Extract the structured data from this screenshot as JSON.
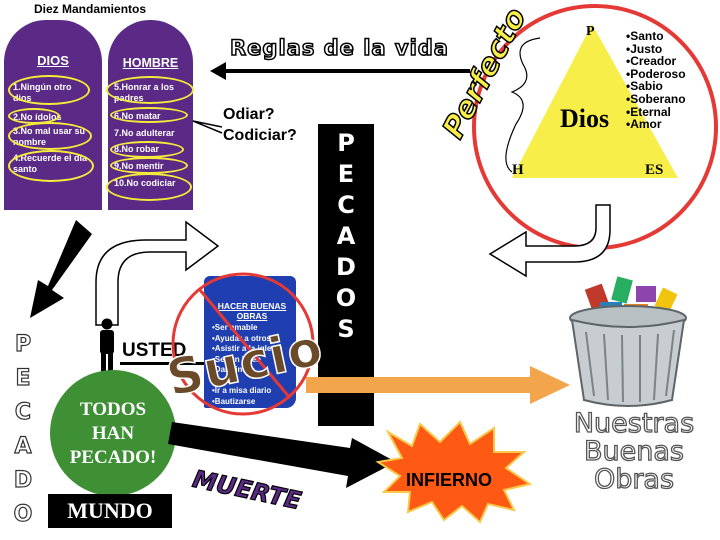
{
  "colors": {
    "tablet": "#5b2a86",
    "oval": "#f3ea3c",
    "triangle": "#f7ee4a",
    "circle": "#e53935",
    "orange_arrow": "#f2a54a",
    "world": "#3f8f35",
    "hell": "#ff5a14",
    "scroll": "#1f3fb0"
  },
  "tablets": {
    "title": "Diez Mandamientos",
    "left": {
      "header": "DIOS",
      "items": [
        "1.Ningún otro dios",
        "2.No ídolos",
        "3.No mal usar su nombre",
        "4.Recuerde el día santo"
      ]
    },
    "right": {
      "header": "HOMBRE",
      "items": [
        "5.Honrar a los padres",
        "6.No matar",
        "7.No adulterar",
        "8.No robar",
        "9.No mentir",
        "10.No codiciar"
      ]
    }
  },
  "questions": {
    "line1": "Odiar?",
    "line2": "Codiciar?"
  },
  "rules_label": "Reglas de la vida",
  "perfect_label": "Perfecto",
  "triangle": {
    "top": "P",
    "center": "Dios",
    "bottom_left": "H",
    "bottom_right": "ES"
  },
  "attributes": [
    "•Santo",
    "•Justo",
    "•Creador",
    "•Poderoso",
    "•Sabio",
    "•Soberano",
    "•Eternal",
    "•Amor"
  ],
  "pecados_vertical": [
    "P",
    "E",
    "C",
    "A",
    "D",
    "O",
    "S"
  ],
  "pecado_vertical": [
    "P",
    "E",
    "C",
    "A",
    "D",
    "O"
  ],
  "person_label": "USTED",
  "scroll": {
    "title": "HACER BUENAS OBRAS",
    "items": [
      "•Ser amable",
      "•Ayudar a otros",
      "•Asistir a la iglesia",
      "•Ser un buen",
      "•Dar dinero",
      "•Orar",
      "•Ir a misa diario",
      "•Bautizarse"
    ]
  },
  "sucio_label": "Sucio",
  "world": {
    "text": [
      "TODOS",
      "HAN",
      "PECADO!"
    ],
    "label": "MUNDO"
  },
  "muerte_label": "MUERTE",
  "infierno_label": "INFIERNO",
  "trash_label": [
    "Nuestras",
    "Buenas",
    "Obras"
  ]
}
